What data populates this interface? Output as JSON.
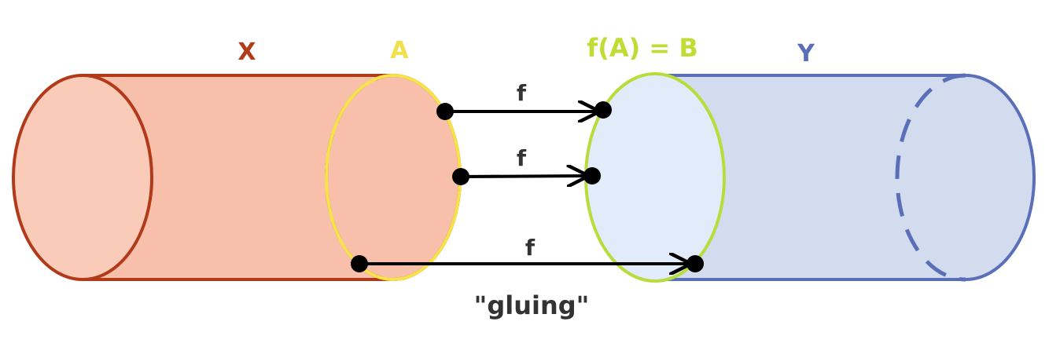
{
  "labels": {
    "x": "X",
    "a": "A",
    "b": "f(A) = B",
    "y": "Y",
    "arrow_1": "f",
    "arrow_2": "f",
    "arrow_3": "f",
    "caption": "\"gluing\""
  },
  "colors": {
    "x_outline": "#b03a1a",
    "x_fill": "#f8bfaa",
    "x_end_fill": "#facbb8",
    "a_outline": "#f6e34a",
    "a_label": "#f2e04a",
    "b_outline": "#b8dc3a",
    "b_label": "#c2dc36",
    "b_fill": "#e2ebfa",
    "y_outline": "#5a6fb8",
    "y_fill": "#d3dcee",
    "y_label": "#5a6fb8",
    "arrow": "#000000",
    "text": "#333333"
  }
}
